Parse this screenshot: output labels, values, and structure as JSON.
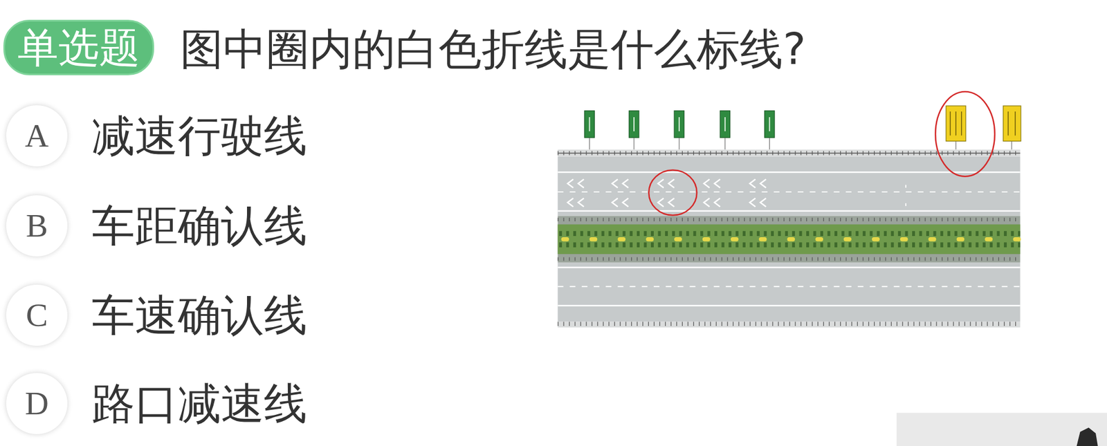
{
  "diagram": {
    "title": "图中圈内的白色折线是什么标线?",
    "nodes": [
      {
        "text": [
          "单选题"
        ]
      },
      {
        "text": [
          "A"
        ]
      },
      {
        "text": [
          "B"
        ]
      },
      {
        "text": [
          "C"
        ]
      },
      {
        "text": [
          "D"
        ]
      }
    ],
    "labels": [
      "减速行驶线",
      "车距确认线",
      "车速确认线",
      "路口减速线"
    ]
  }
}
